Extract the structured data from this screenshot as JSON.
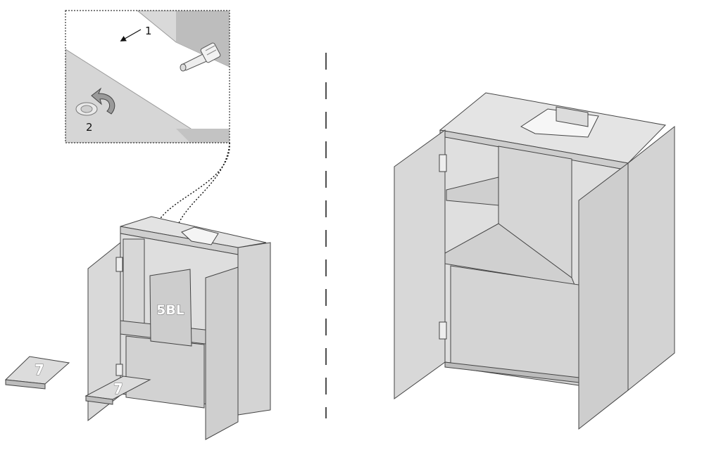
{
  "detail": {
    "step1_label": "1",
    "step2_label": "2"
  },
  "parts": {
    "back_panel_label": "5BL",
    "shelf_left_label": "7",
    "shelf_door_label": "7"
  }
}
